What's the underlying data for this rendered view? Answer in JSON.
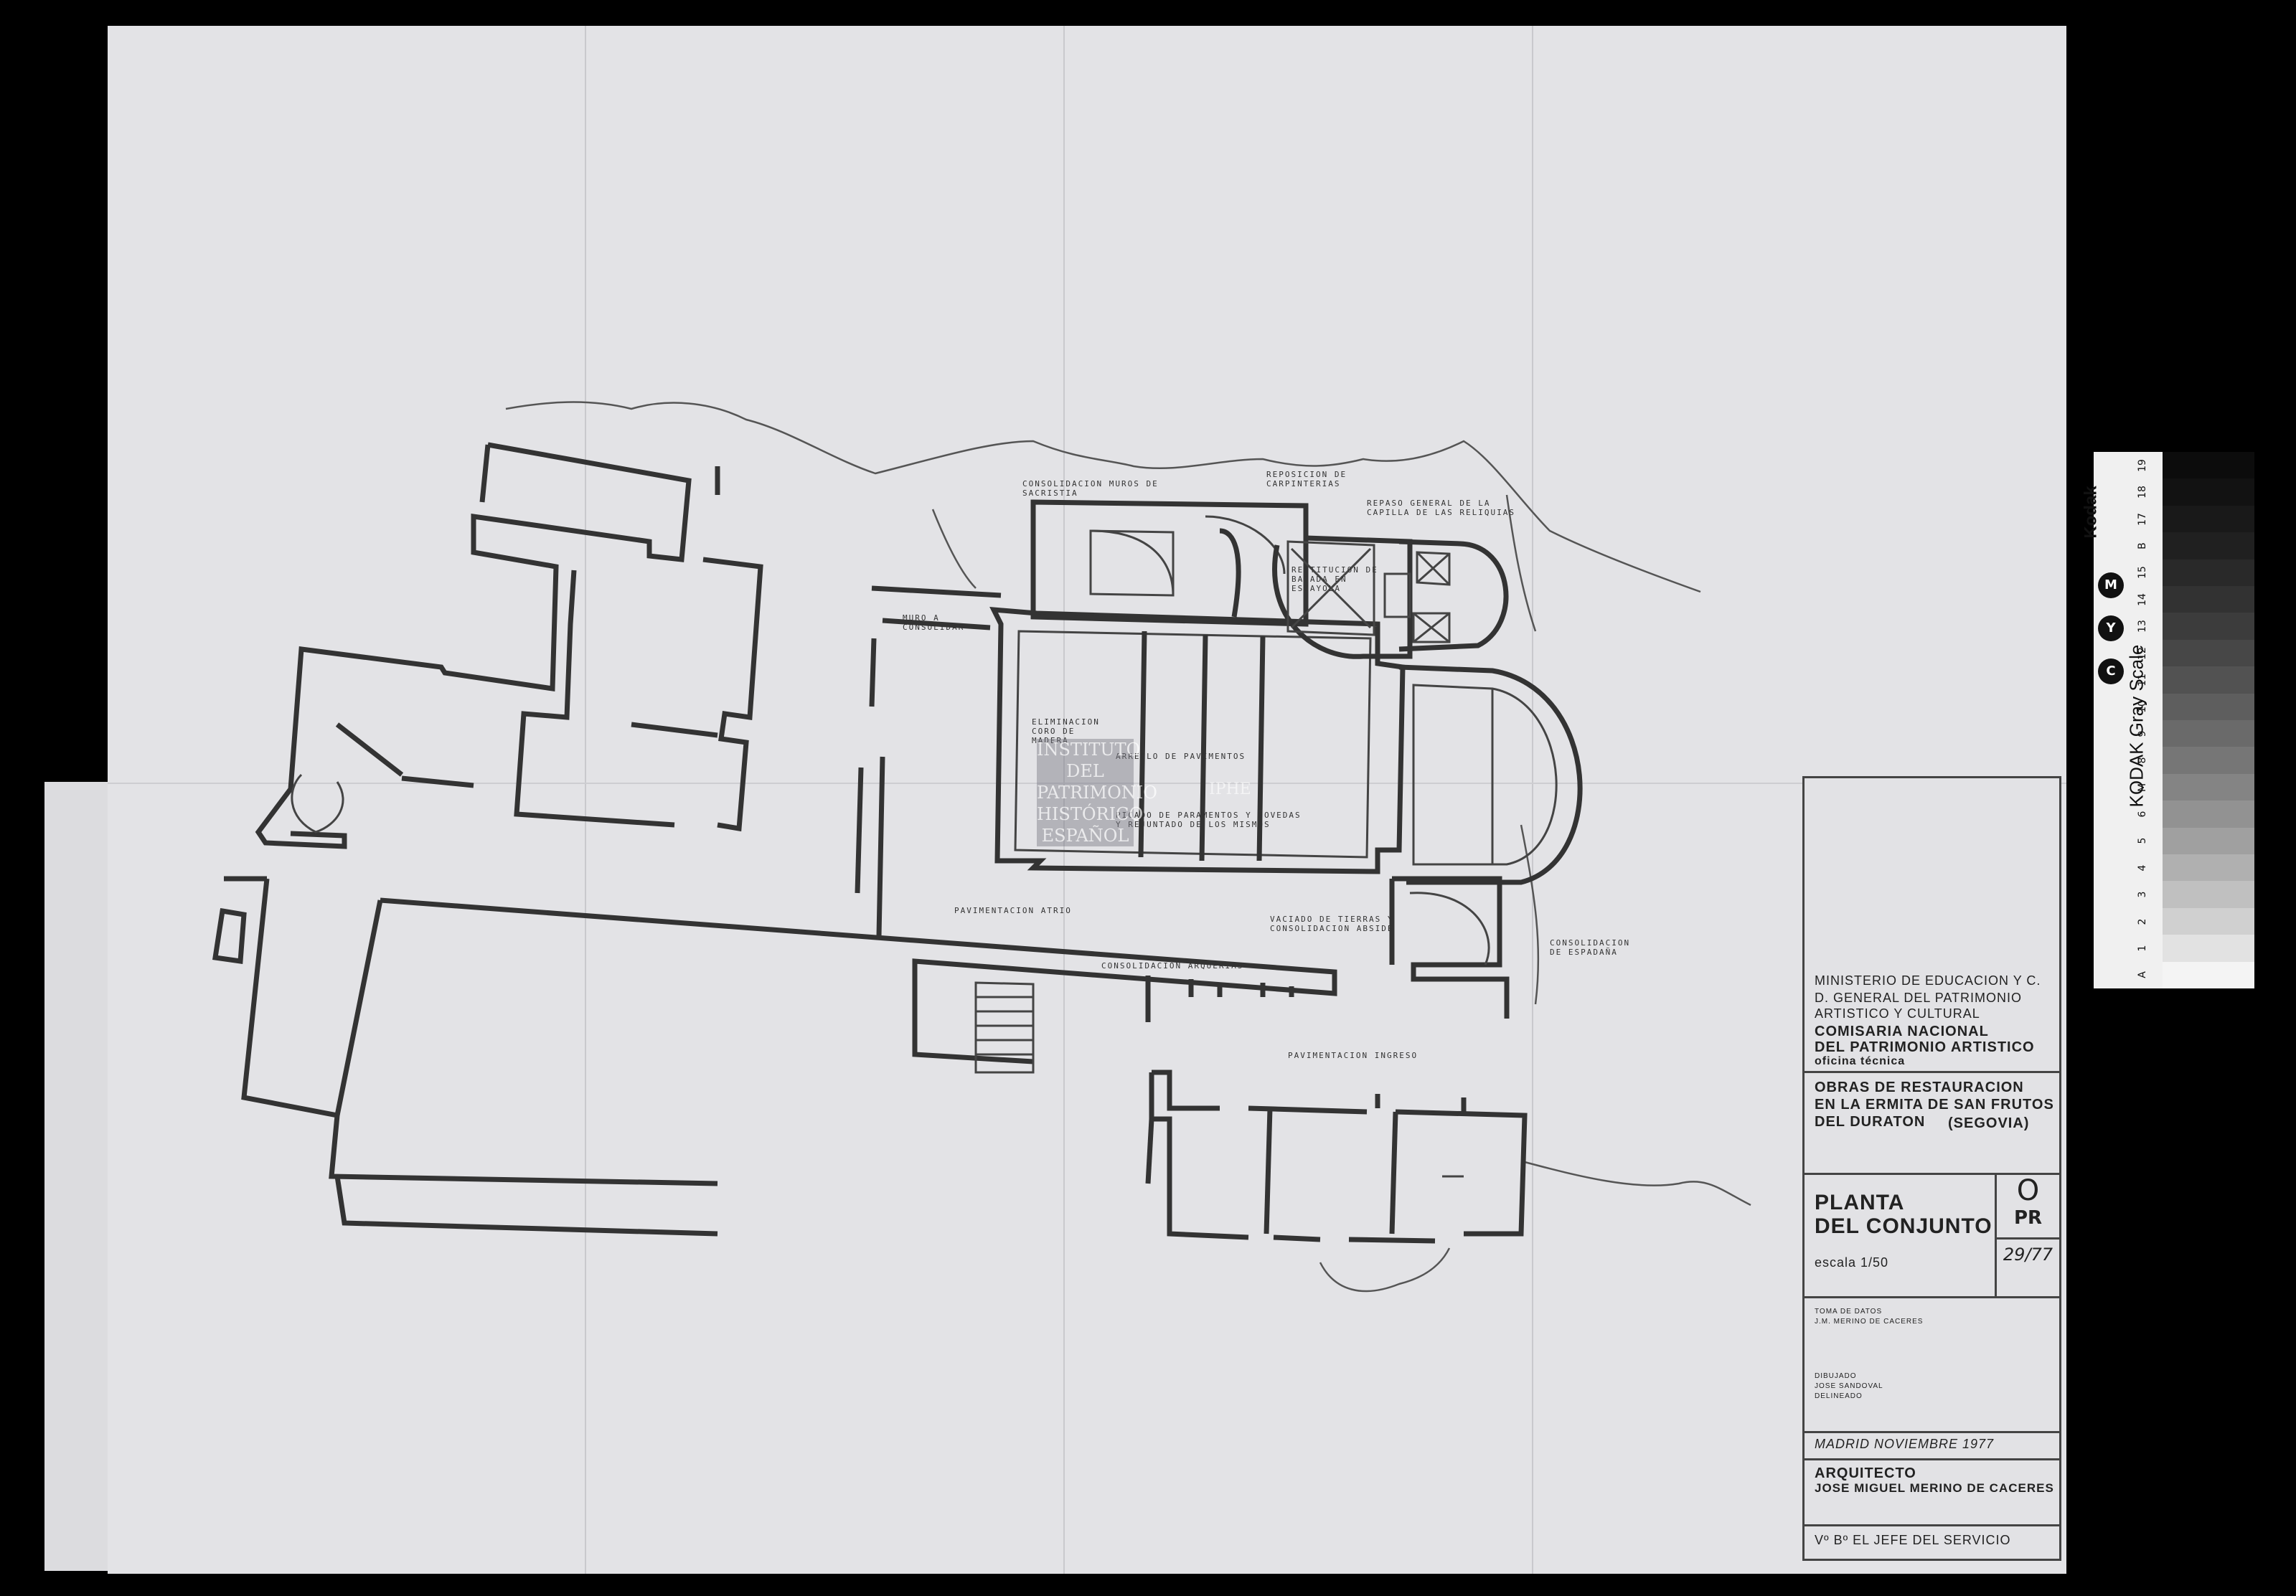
{
  "plan_labels": {
    "consolidacion_muros_sacristia": "CONSOLIDACION MUROS DE\nSACRISTIA",
    "reposicion_carpinterias": "REPOSICION DE\nCARPINTERIAS",
    "repaso_general": "REPASO GENERAL DE LA\nCAPILLA DE LAS RELIQUIAS",
    "restitucion_bajada": "RESTITUCION DE\nBAJADA EN\nESCAYOLA",
    "muro_consolidar": "MURO A\nCONSOLIDAR",
    "eliminacion_coro": "ELIMINACION\nCORO DE\nMADERA",
    "arreglo_pavimentos": "ARREGLO DE PAVIMENTOS",
    "picado_paramentos": "PICADO DE PARAMENTOS Y BOVEDAS\nY REJUNTADO DE LOS MISMOS",
    "pavimentacion_atrio": "PAVIMENTACION ATRIO",
    "vaciado_tierras": "VACIADO DE TIERRAS Y\nCONSOLIDACION ABSIDE",
    "consolidacion_espadana": "CONSOLIDACION\nDE ESPADAÑA",
    "consolidacion_arquerias": "CONSOLIDACION ARQUERIAS",
    "pavimentacion_ingreso": "PAVIMENTACION INGRESO"
  },
  "watermark": {
    "lines": [
      "INSTITUTO",
      "DEL",
      "PATRIMONIO",
      "HISTÓRICO",
      "ESPAÑOL"
    ],
    "logo": "IPHE"
  },
  "title_block": {
    "org_line1": "MINISTERIO DE EDUCACION Y C.",
    "org_line2": "D. GENERAL DEL PATRIMONIO",
    "org_line3": "ARTISTICO Y CULTURAL",
    "org_line4": "COMISARIA NACIONAL",
    "org_line5": "DEL PATRIMONIO ARTISTICO",
    "org_line6": "oficina técnica",
    "project_line1": "OBRAS DE RESTAURACION",
    "project_line2": "EN LA ERMITA DE SAN FRUTOS",
    "project_line3": "DEL DURATON",
    "project_region": "(SEGOVIA)",
    "sheet_title1": "PLANTA",
    "sheet_title2": "DEL CONJUNTO",
    "sheet_code_top": "O",
    "sheet_code_mid": "PR",
    "sheet_number": "29/77",
    "scale": "escala 1/50",
    "data_by_label": "TOMA DE DATOS",
    "data_by_name": "J.M. MERINO DE CACERES",
    "drawn_label": "DIBUJADO",
    "drawn_name": "JOSE SANDOVAL",
    "drawn_role": "DELINEADO",
    "date": "MADRID NOVIEMBRE 1977",
    "architect_label": "ARQUITECTO",
    "architect_name": "JOSE MIGUEL MERINO DE CACERES",
    "approval": "Vº Bº EL JEFE DEL SERVICIO"
  },
  "kodak": {
    "brand": "Kodak",
    "title": "KODAK Gray Scale",
    "patches": [
      "C",
      "Y",
      "M"
    ],
    "numbers": [
      "A",
      "1",
      "2",
      "3",
      "4",
      "5",
      "6",
      "M",
      "8",
      "9",
      "10",
      "11",
      "12",
      "13",
      "14",
      "15",
      "B",
      "17",
      "18",
      "19"
    ],
    "gray_levels": [
      "#f4f4f4",
      "#e2e2e2",
      "#d0d0d0",
      "#c0c0c0",
      "#b0b0b0",
      "#a0a0a0",
      "#929292",
      "#848484",
      "#767676",
      "#6a6a6a",
      "#5e5e5e",
      "#525252",
      "#474747",
      "#3c3c3c",
      "#323232",
      "#292929",
      "#202020",
      "#191919",
      "#121212",
      "#0c0c0c"
    ]
  }
}
